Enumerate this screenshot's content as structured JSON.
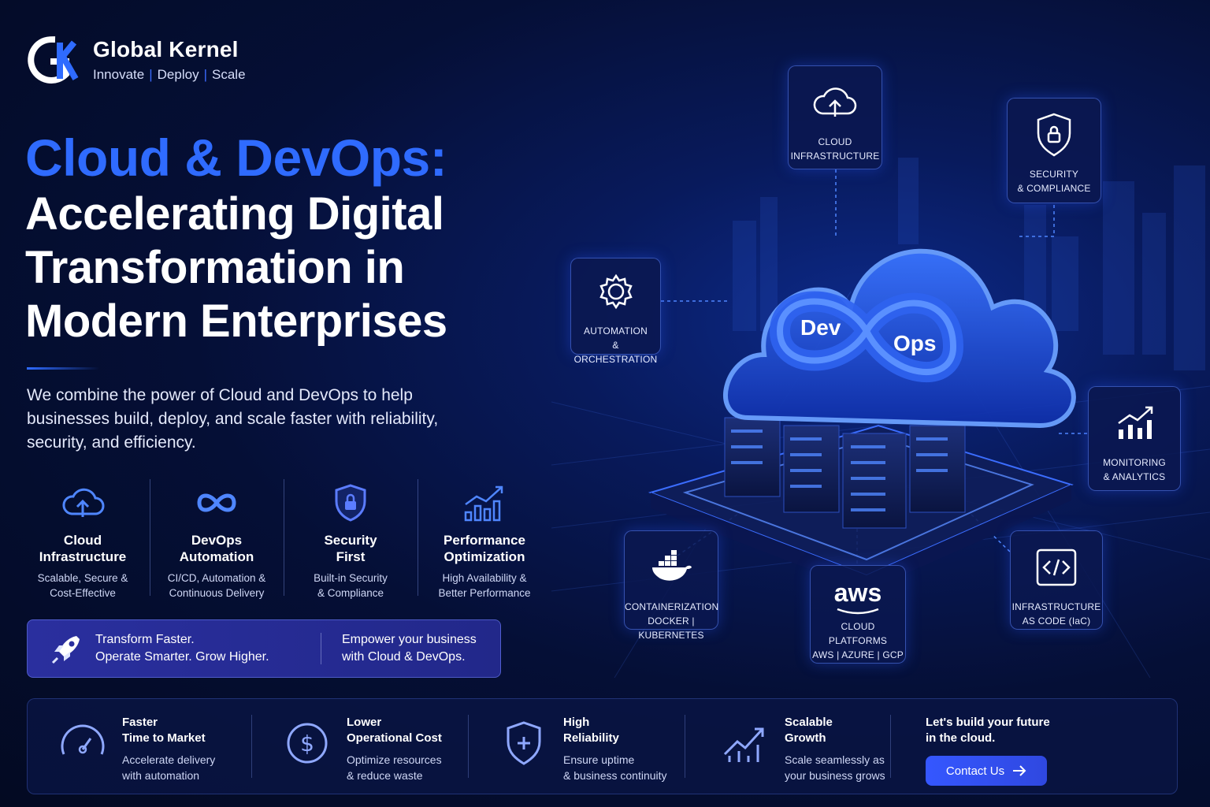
{
  "brand": {
    "logo_letters": "GK",
    "name": "Global Kernel",
    "tag_1": "Innovate",
    "tag_sep": "|",
    "tag_2": "Deploy",
    "tag_3": "Scale"
  },
  "hero": {
    "title_accent": "Cloud & DevOps:",
    "title_line_1": "Accelerating Digital",
    "title_line_2": "Transformation in",
    "title_line_3": "Modern Enterprises",
    "description": "We combine the power of Cloud and DevOps to help businesses build, deploy, and scale faster with reliability, security, and efficiency."
  },
  "features": [
    {
      "title_1": "Cloud",
      "title_2": "Infrastructure",
      "sub_1": "Scalable, Secure &",
      "sub_2": "Cost-Effective",
      "icon": "cloud-upload-icon"
    },
    {
      "title_1": "DevOps",
      "title_2": "Automation",
      "sub_1": "CI/CD, Automation &",
      "sub_2": "Continuous Delivery",
      "icon": "infinity-icon"
    },
    {
      "title_1": "Security",
      "title_2": "First",
      "sub_1": "Built-in Security",
      "sub_2": "& Compliance",
      "icon": "shield-lock-icon"
    },
    {
      "title_1": "Performance",
      "title_2": "Optimization",
      "sub_1": "High Availability &",
      "sub_2": "Better Performance",
      "icon": "bar-chart-icon"
    }
  ],
  "banner": {
    "left_1": "Transform Faster.",
    "left_2": "Operate Smarter. Grow Higher.",
    "right_1": "Empower your business",
    "right_2": "with Cloud & DevOps."
  },
  "bottom": [
    {
      "title_1": "Faster",
      "title_2": "Time to Market",
      "sub_1": "Accelerate delivery",
      "sub_2": "with automation",
      "icon": "speedometer-icon"
    },
    {
      "title_1": "Lower",
      "title_2": "Operational Cost",
      "sub_1": "Optimize resources",
      "sub_2": "& reduce waste",
      "icon": "dollar-icon"
    },
    {
      "title_1": "High",
      "title_2": "Reliability",
      "sub_1": "Ensure uptime",
      "sub_2": "& business continuity",
      "icon": "shield-plus-icon"
    },
    {
      "title_1": "Scalable",
      "title_2": "Growth",
      "sub_1": "Scale seamlessly as",
      "sub_2": "your business grows",
      "icon": "growth-chart-icon"
    }
  ],
  "cta": {
    "text_1": "Let's build your future",
    "text_2": "in the cloud.",
    "button": "Contact Us"
  },
  "scene": {
    "dev": "Dev",
    "ops": "Ops",
    "aws": "aws",
    "nodes": {
      "cloud": {
        "l1": "CLOUD",
        "l2": "INFRASTRUCTURE"
      },
      "security": {
        "l1": "SECURITY",
        "l2": "& COMPLIANCE"
      },
      "automation": {
        "l1": "AUTOMATION",
        "l2": "& ORCHESTRATION"
      },
      "monitoring": {
        "l1": "MONITORING",
        "l2": "& ANALYTICS"
      },
      "container": {
        "l1": "CONTAINERIZATION",
        "l2": "DOCKER | KUBERNETES"
      },
      "platforms": {
        "l1": "CLOUD PLATFORMS",
        "l2": "AWS | AZURE | GCP"
      },
      "iac": {
        "l1": "INFRASTRUCTURE",
        "l2": "AS CODE (IaC)"
      }
    }
  },
  "colors": {
    "accent": "#2f6bff",
    "background": "#050f36",
    "panel": "#0a1846"
  }
}
